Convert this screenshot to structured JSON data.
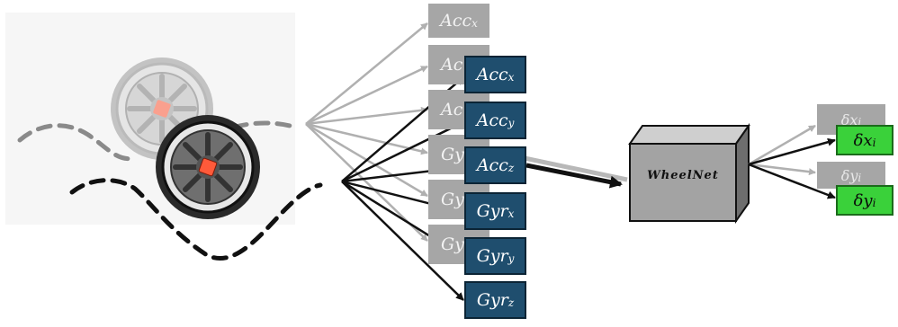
{
  "colors": {
    "gray_box": "#a6a6a6",
    "blue_box": "#1f4e6e",
    "green_box": "#3ad13a",
    "cube": "#a3a3a3"
  },
  "icons": {
    "wheel_before": "wheel-icon",
    "wheel_after": "wheel-icon"
  },
  "faded_inputs": [
    {
      "base": "Acc",
      "sub": "x"
    },
    {
      "base": "Ac",
      "sub": ""
    },
    {
      "base": "Ac",
      "sub": ""
    },
    {
      "base": "Gy",
      "sub": ""
    },
    {
      "base": "Gy",
      "sub": ""
    },
    {
      "base": "Gy",
      "sub": ""
    }
  ],
  "inputs": [
    {
      "base": "Acc",
      "sub": "x"
    },
    {
      "base": "Acc",
      "sub": "y"
    },
    {
      "base": "Acc",
      "sub": "z"
    },
    {
      "base": "Gyr",
      "sub": "x"
    },
    {
      "base": "Gyr",
      "sub": "y"
    },
    {
      "base": "Gyr",
      "sub": "z"
    }
  ],
  "model": {
    "label": "WheelNet"
  },
  "faded_outputs": [
    {
      "base": "δx",
      "sub": "i"
    },
    {
      "base": "δy",
      "sub": "i"
    }
  ],
  "outputs": [
    {
      "base": "δx",
      "sub": "i"
    },
    {
      "base": "δy",
      "sub": "i"
    }
  ]
}
